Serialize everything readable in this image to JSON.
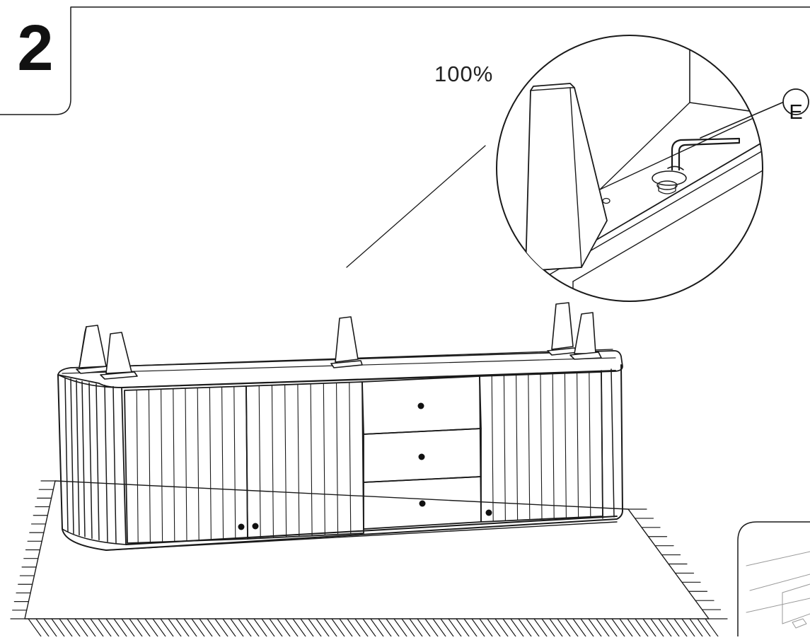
{
  "step": {
    "number": "2"
  },
  "detail": {
    "scale_label": "100%",
    "part_label": "E"
  },
  "colors": {
    "line": "#1a1a1a",
    "background": "#ffffff",
    "knob": "#111111"
  },
  "icons": [
    "hex-key-icon",
    "leg-icon",
    "knob-icon"
  ]
}
